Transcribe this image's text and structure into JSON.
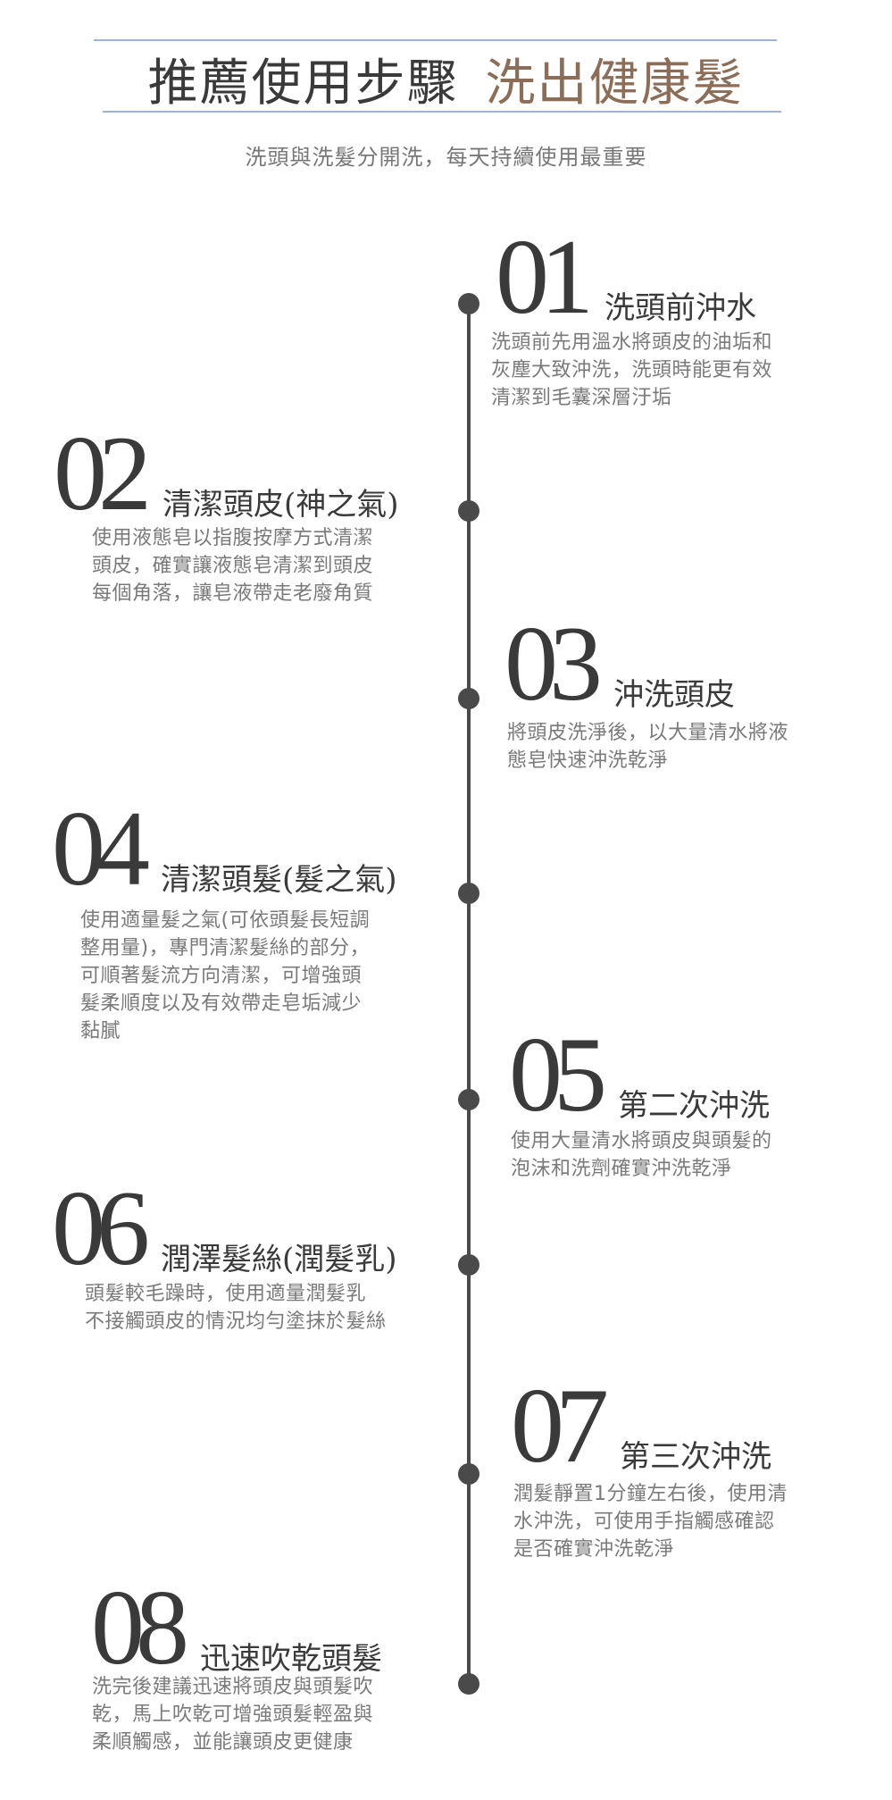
{
  "header": {
    "title_main": "推薦使用步驟",
    "title_accent": "洗出健康髮",
    "subtitle": "洗頭與洗髮分開洗，每天持續使用最重要"
  },
  "steps": [
    {
      "num": "01",
      "title": "洗頭前沖水",
      "desc": "洗頭前先用溫水將頭皮的油垢和\n灰塵大致沖洗，洗頭時能更有效\n清潔到毛囊深層汙垢"
    },
    {
      "num": "02",
      "title": "清潔頭皮(神之氣)",
      "desc": "使用液態皂以指腹按摩方式清潔\n頭皮，確實讓液態皂清潔到頭皮\n每個角落，讓皂液帶走老廢角質"
    },
    {
      "num": "03",
      "title": "沖洗頭皮",
      "desc": "將頭皮洗淨後，以大量清水將液\n態皂快速沖洗乾淨"
    },
    {
      "num": "04",
      "title": "清潔頭髮(髮之氣)",
      "desc": "使用適量髮之氣(可依頭髮長短調\n整用量)，專門清潔髮絲的部分，\n可順著髮流方向清潔，可增強頭\n髮柔順度以及有效帶走皂垢減少\n黏膩"
    },
    {
      "num": "05",
      "title": "第二次沖洗",
      "desc": "使用大量清水將頭皮與頭髮的\n泡沫和洗劑確實沖洗乾淨"
    },
    {
      "num": "06",
      "title": "潤澤髮絲(潤髮乳)",
      "desc": "頭髮較毛躁時，使用適量潤髮乳\n不接觸頭皮的情況均勻塗抹於髮絲"
    },
    {
      "num": "07",
      "title": "第三次沖洗",
      "desc": "潤髮靜置1分鐘左右後，使用清\n水沖洗，可使用手指觸感確認\n是否確實沖洗乾淨"
    },
    {
      "num": "08",
      "title": "迅速吹乾頭髮",
      "desc": "洗完後建議迅速將頭皮與頭髮吹\n乾，馬上吹乾可增強頭髮輕盈與\n柔順觸感，並能讓頭皮更健康"
    }
  ],
  "colors": {
    "accent": "#8c6e58",
    "rule": "#9db4cc",
    "line": "#4a4a4a"
  }
}
